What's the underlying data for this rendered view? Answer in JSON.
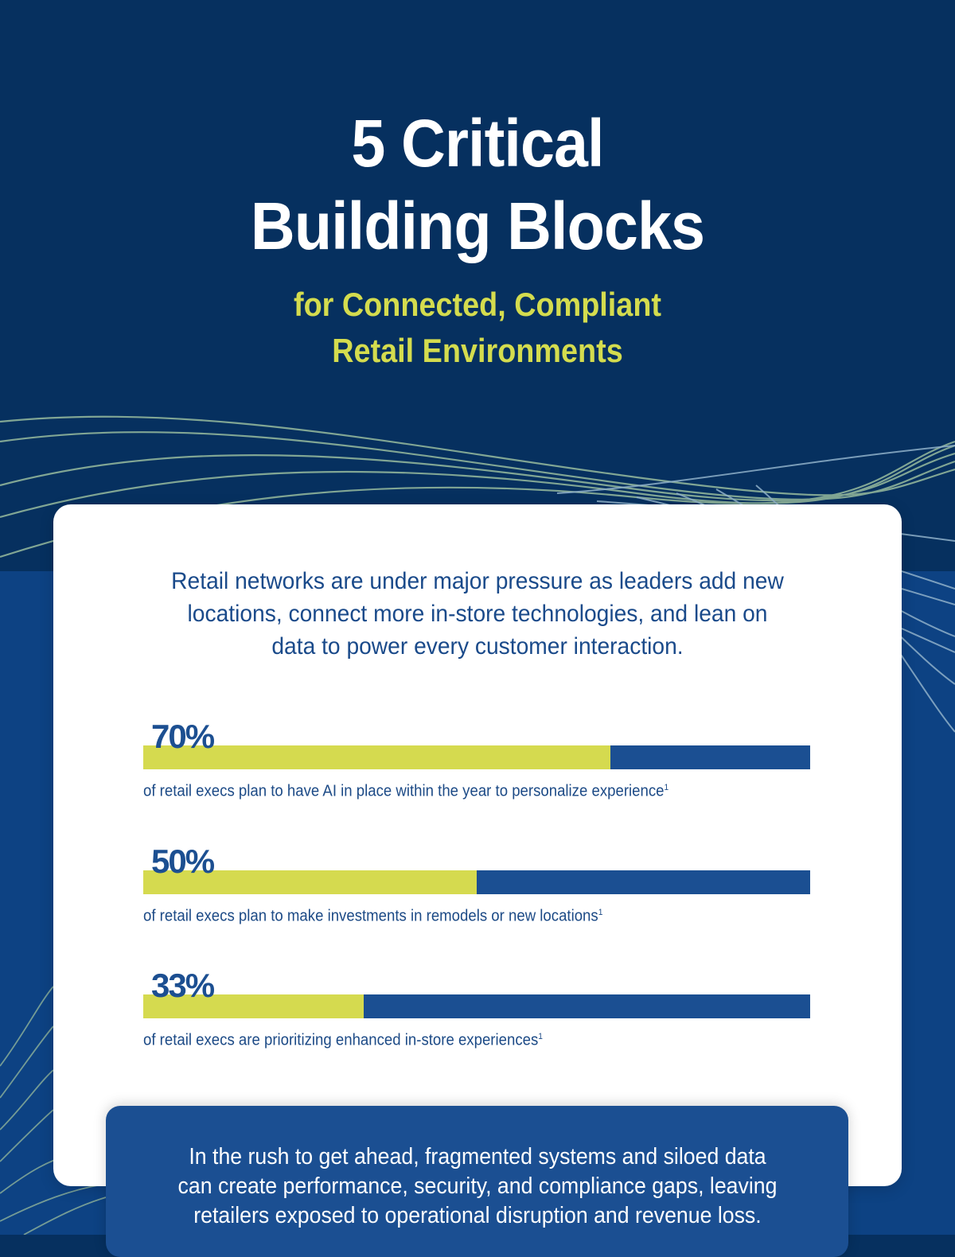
{
  "header": {
    "title_line1": "5 Critical",
    "title_line2": "Building Blocks",
    "subtitle_line1": "for Connected, Compliant",
    "subtitle_line2": "Retail Environments"
  },
  "intro": {
    "line1": "Retail networks are under major pressure as leaders add new",
    "line2": "locations, connect more in-store technologies, and lean on",
    "line3": "data to power every customer interaction."
  },
  "stats": [
    {
      "value": "70%",
      "percent": 70,
      "description": "of retail execs plan to have AI in place within the year to personalize experience",
      "footnote": "1"
    },
    {
      "value": "50%",
      "percent": 50,
      "description": "of retail execs plan to make investments in remodels or new locations",
      "footnote": "1"
    },
    {
      "value": "33%",
      "percent": 33,
      "description": "of retail execs are prioritizing enhanced in-store experiences",
      "footnote": "1"
    }
  ],
  "callout": {
    "line1": "In the rush to get ahead, fragmented systems and siloed data",
    "line2": "can create performance, security, and compliance gaps, leaving",
    "line3": "retailers exposed to operational disruption and revenue loss."
  },
  "colors": {
    "navy_background": "#06305f",
    "blue_background": "#0d4283",
    "accent_yellow": "#d5da4f",
    "bar_blue": "#1b4f92",
    "text_blue": "#1c4a86"
  },
  "chart_data": {
    "type": "bar",
    "orientation": "horizontal",
    "categories": [
      "AI in place within the year to personalize experience",
      "Investments in remodels or new locations",
      "Prioritizing enhanced in-store experiences"
    ],
    "values": [
      70,
      50,
      33
    ],
    "title": "",
    "xlabel": "",
    "ylabel": "% of retail execs",
    "ylim": [
      0,
      100
    ]
  }
}
